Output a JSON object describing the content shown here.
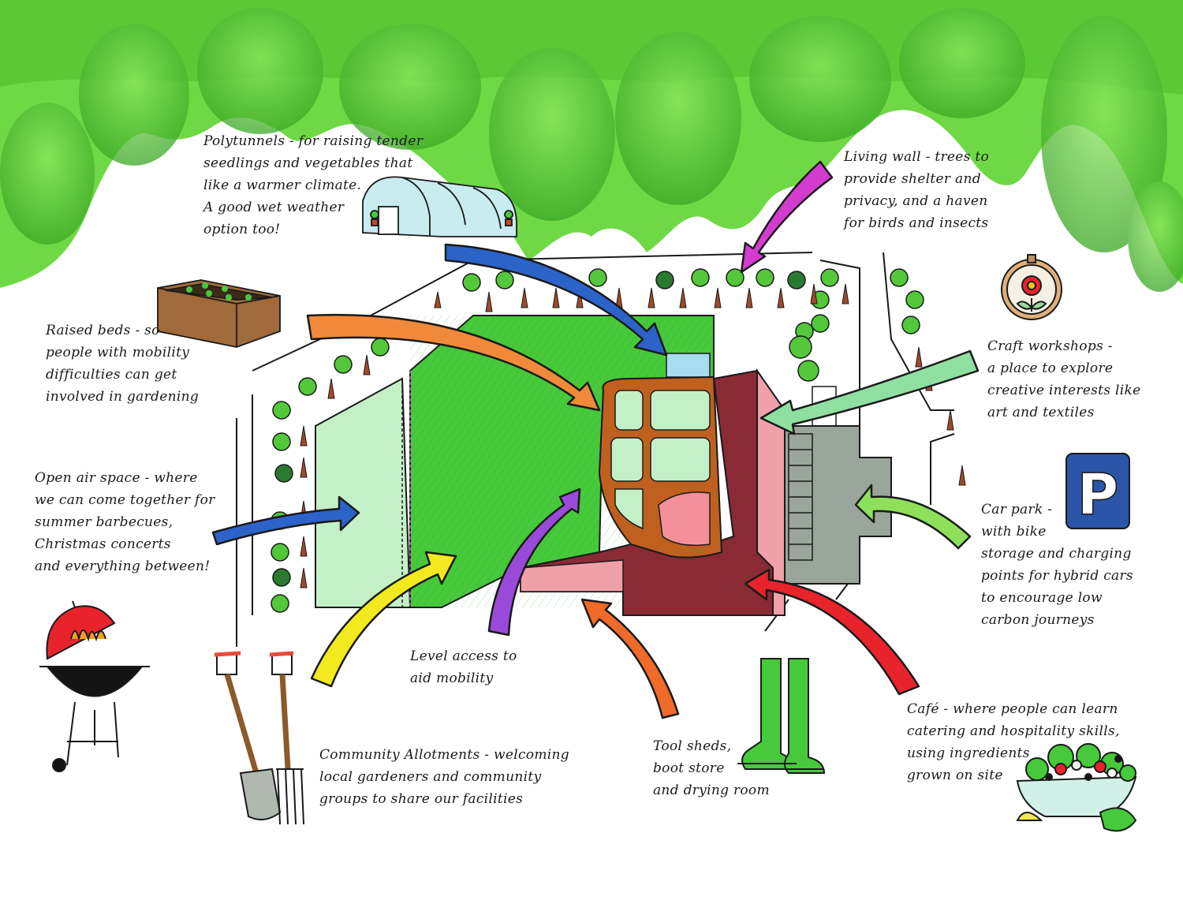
{
  "colors": {
    "canopy": "#5fd33a",
    "canopy_dark": "#3aa824",
    "lawn": "#46c93a",
    "lawn_light": "#bfeec0",
    "path": "#c0601e",
    "cafe": "#8a2a35",
    "patio": "#f0a0a8",
    "carpark": "#9aa59c",
    "arrow_blue": "#2c63c9",
    "arrow_orange": "#f08a3a",
    "arrow_magenta": "#d43bcf",
    "arrow_mint": "#8fe0a0",
    "arrow_lightgreen": "#8ee05a",
    "arrow_red": "#e8232c",
    "arrow_yellow": "#f2ea1e",
    "arrow_purple": "#9a4ad8",
    "arrow_darkorange": "#f06a2a",
    "parking_sign": "#2a55a8"
  },
  "annotations": {
    "polytunnels": "Polytunnels - for raising tender\nseedlings and vegetables that\nlike a warmer climate.\nA good wet weather\noption too!",
    "living_wall": "Living wall - trees to\nprovide shelter and\nprivacy, and a haven\nfor birds and insects",
    "raised_beds": "Raised beds - so\npeople with mobility\ndifficulties can get\ninvolved in gardening",
    "craft_workshops": "Craft workshops -\na place to explore\ncreative interests like\nart and textiles",
    "open_air": "Open air space - where\nwe can come together for\nsummer barbecues,\nChristmas concerts\nand everything between!",
    "car_park": "Car park -\nwith bike\nstorage and charging\npoints for hybrid cars\nto encourage low\ncarbon journeys",
    "level_access": "Level access to\naid mobility",
    "community_allotments": "Community Allotments - welcoming\nlocal gardeners and community\ngroups to share our facilities",
    "tool_sheds": "Tool sheds,\nboot store\nand drying room",
    "cafe": "Café - where people can learn\ncatering and hospitality skills,\nusing ingredients\ngrown on site"
  },
  "icons": {
    "parking_letter": "P",
    "names": [
      "polytunnel-icon",
      "raised-bed-icon",
      "craft-hoop-icon",
      "parking-sign-icon",
      "barbecue-icon",
      "spade-fork-icon",
      "wellington-boots-icon",
      "salad-bowl-icon"
    ]
  }
}
